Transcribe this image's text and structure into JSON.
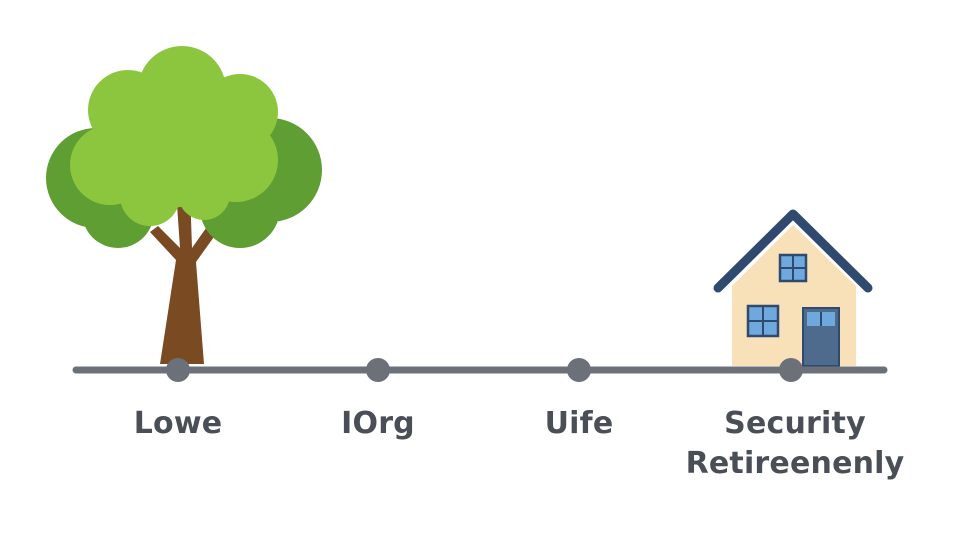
{
  "milestones": [
    {
      "label": "Lowe"
    },
    {
      "label": "IOrg"
    },
    {
      "label": "Uife"
    },
    {
      "label_line1": "Security",
      "label_line2": "Retireenenly"
    }
  ],
  "colors": {
    "timeline": "#6b7079",
    "label_text": "#4a4f57",
    "tree_leaves_light": "#8cc63f",
    "tree_leaves_dark": "#5e9e32",
    "tree_trunk": "#7a4a22",
    "house_wall": "#f8e0b8",
    "house_roof": "#2f4a6e",
    "house_window": "#6fa8dc",
    "house_door": "#4e6a8c"
  },
  "icons": [
    "tree-icon",
    "house-icon"
  ]
}
